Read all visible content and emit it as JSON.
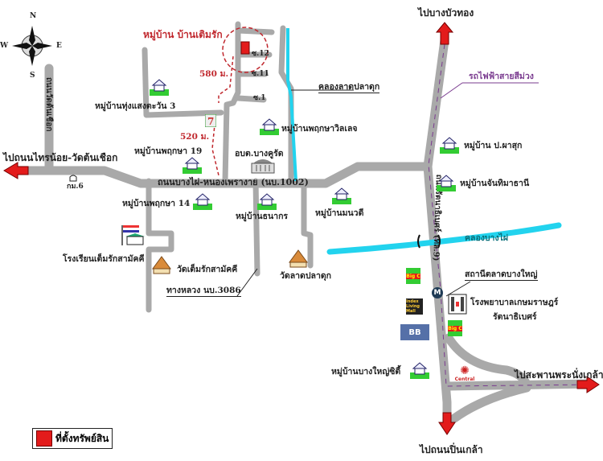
{
  "compass": {
    "n": "N",
    "s": "S",
    "e": "E",
    "w": "W"
  },
  "colors": {
    "road": "#a9a9a9",
    "canal": "#22d3ee",
    "arrow": "#e31b1b",
    "route": "#c0272d",
    "railway": "#7a3b8f",
    "property": "#e31b1b"
  },
  "labels": {
    "target_village": "หมู่บ้าน บ้านเติมรัก",
    "dist_580": "580 ม.",
    "dist_520": "520 ม.",
    "soi_12": "ซ.12",
    "soi_11": "ซ.11",
    "soi_1": "ซ.1",
    "canal_latpladuk": "คลองลาดปลาดุก",
    "canal_bangphai": "คลองบางไผ่",
    "to_bangbuathong": "ไปบางบัวทอง",
    "purple_line": "รถไฟฟ้าสายสีม่วง",
    "to_sainoi": "ไปถนนไทรน้อย-วัดต้นเชือก",
    "km6": "กม.6",
    "main_road": "ถนนบางไผ่-หนองเพรางาย (นบ.1002)",
    "road_tonchueak": "ถนนวัดต้นเชือก",
    "road_rattanathibet": "ถนนรัตนาธิเบศร์ (ทล.9)",
    "highway_3086": "ทางหลวง นบ.3086",
    "station": "สถานีตลาดบางใหญ่",
    "hospital_1": "โรงพยาบาลเกษมราษฎร์",
    "hospital_2": "รัตนาธิเบศร์",
    "to_nangklao": "ไปสะพานพระนั่งเกล้า",
    "to_pinklao": "ไปถนนปิ่นเกล้า",
    "obt": "อบต.บางคูรัด",
    "school": "โรงเรียนเต็มรักสามัคคี",
    "wat_temrak": "วัดเต็มรักสามัคคี",
    "wat_latpladuk": "วัดลาดปลาดุก"
  },
  "villages": {
    "thungsaengtawan": "หมู่บ้านทุ่งแสงตะวัน 3",
    "pruksa_villa": "หมู่บ้านพฤกษาวิลเลจ",
    "pruksa19": "หมู่บ้านพฤกษา 19",
    "pruksa14": "หมู่บ้านพฤกษา 14",
    "thanakorn": "หมู่บ้านธนากร",
    "manawadee": "หมู่บ้านมนวดี",
    "porpaduk": "หมู่บ้าน ป.ผาสุก",
    "chanthima": "หมู่บ้านจันทิมาธานี",
    "bangyai_city": "หมู่บ้านบางใหญ่ซิตี้"
  },
  "brands": {
    "bigc": "Big C",
    "index": "Index Living Mall",
    "bb": "BB",
    "central": "Central",
    "metro": "M"
  },
  "legend": {
    "label": "ที่ตั้งทรัพย์สิน"
  }
}
